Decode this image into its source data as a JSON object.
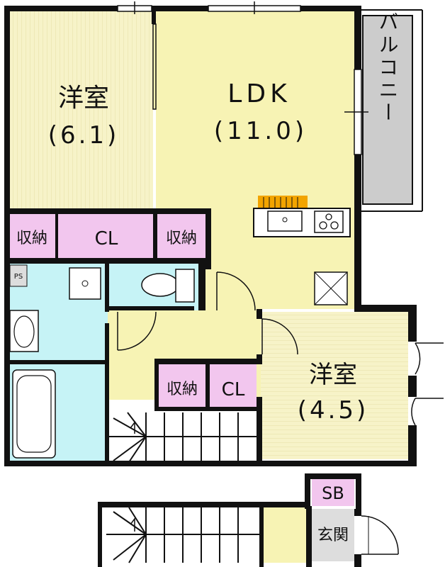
{
  "rooms": {
    "western_room_1": {
      "name": "洋室",
      "size": "(6.1)"
    },
    "ldk": {
      "name": "LDK",
      "size": "(11.0)"
    },
    "western_room_2": {
      "name": "洋室",
      "size": "(4.5)"
    }
  },
  "balcony": {
    "label": "バルコニー"
  },
  "storage": {
    "top_left": "収納",
    "top_closet": "CL",
    "top_right": "収納",
    "mid_storage": "収納",
    "mid_closet": "CL"
  },
  "ps_label": "PS",
  "shoe_box": "SB",
  "entrance": "玄関",
  "colors": {
    "wall": "#111111",
    "western_floor": "#f7f3c8",
    "ldk_floor": "#f7f3b4",
    "wet_area": "#c6f3f6",
    "storage": "#f2c6ee",
    "balcony": "#cccccc",
    "stairs": "#ffffff",
    "kitchen_counter": "#f2a400"
  }
}
